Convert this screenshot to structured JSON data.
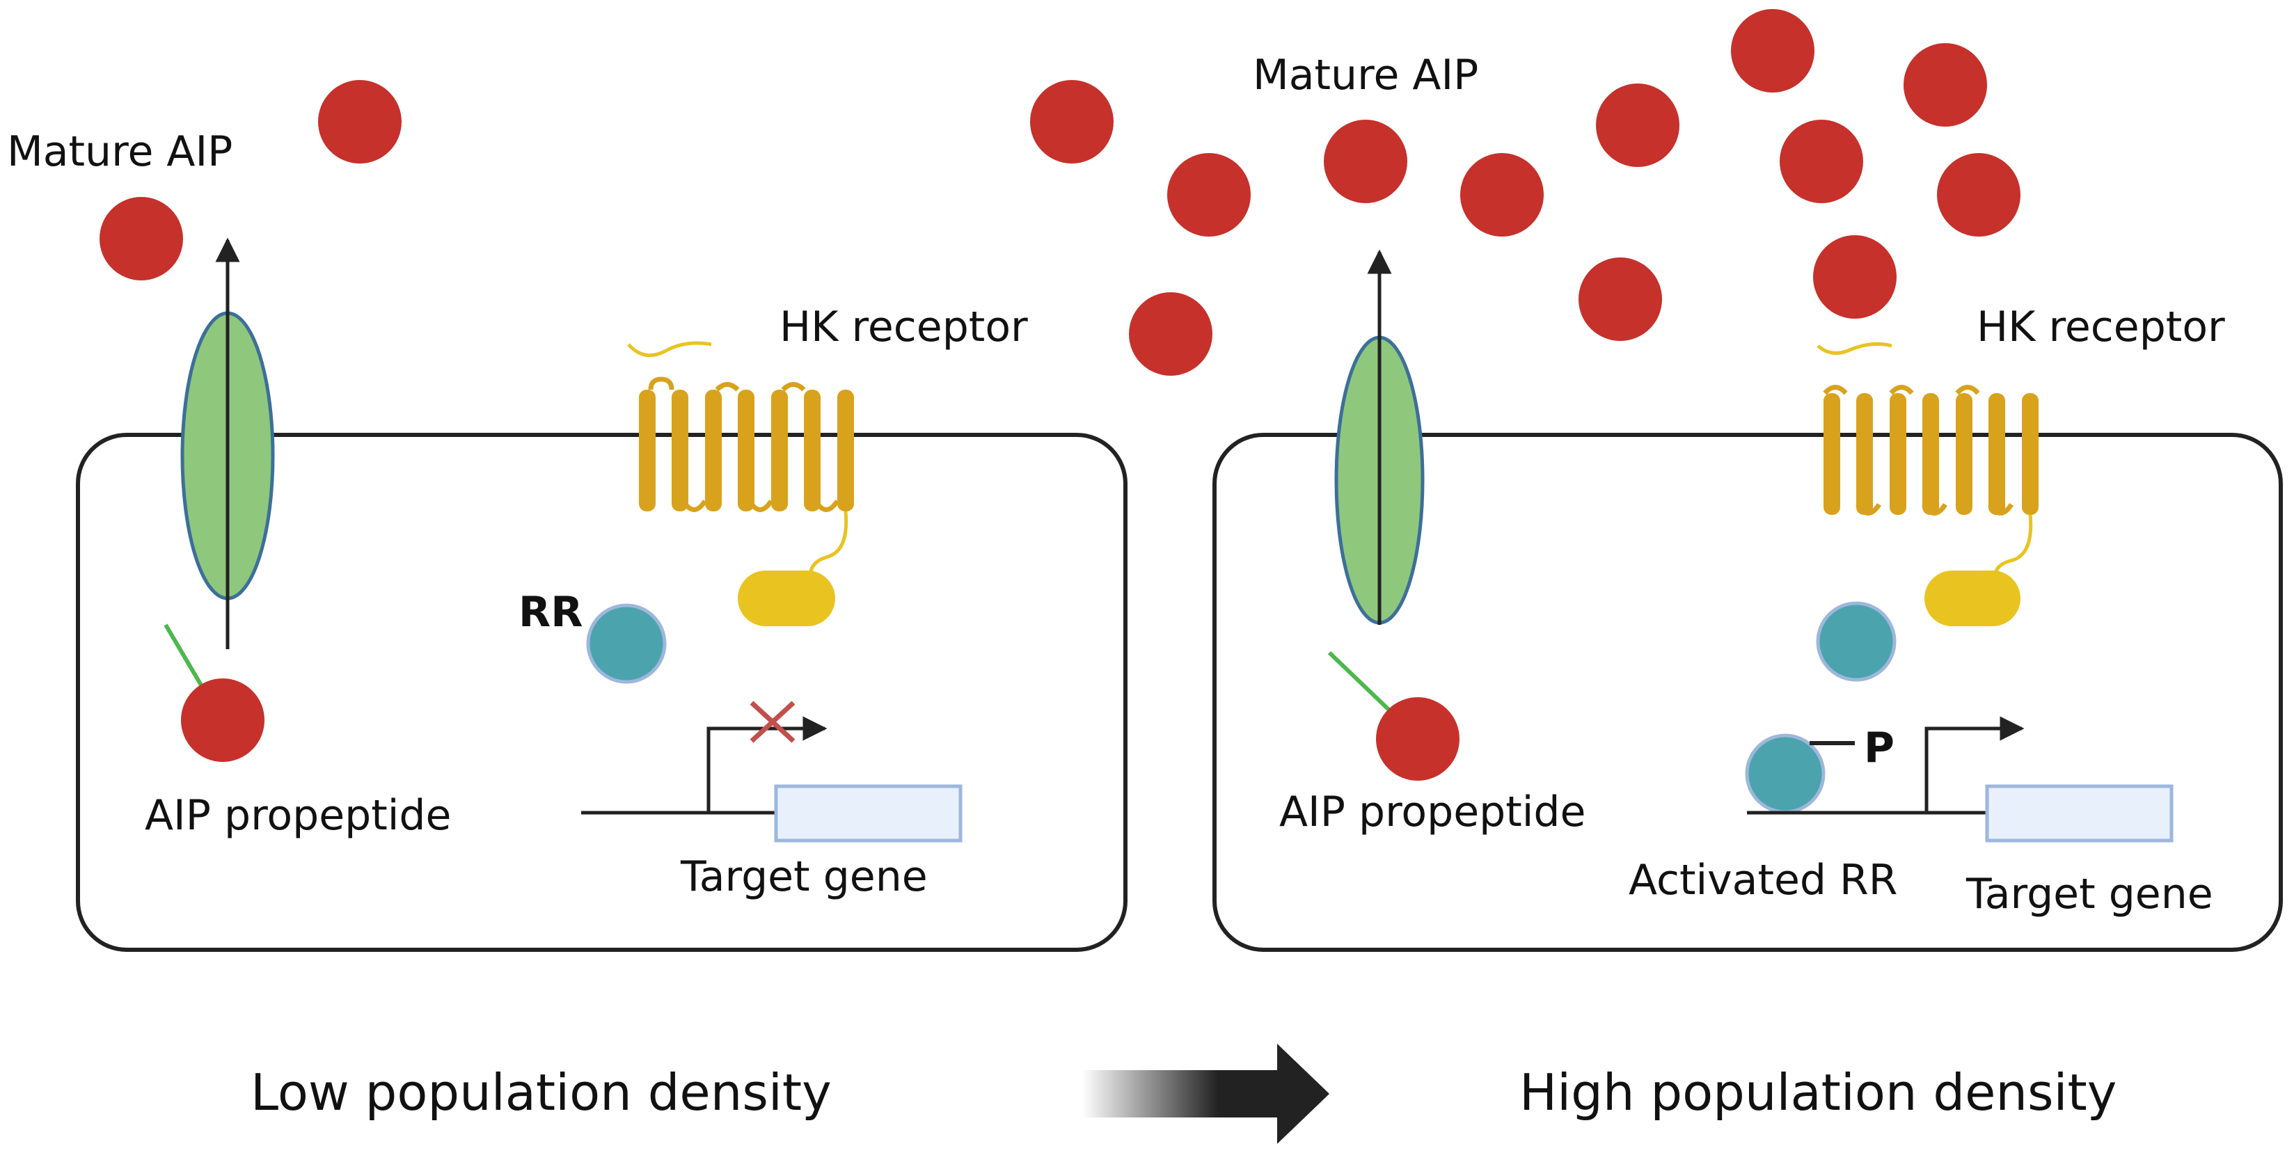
{
  "panels": {
    "low": {
      "mature_aip": "Mature AIP",
      "hk_receptor": "HK receptor",
      "rr": "RR",
      "aip_propeptide": "AIP propeptide",
      "target_gene": "Target gene"
    },
    "high": {
      "mature_aip": "Mature AIP",
      "hk_receptor": "HK receptor",
      "phospho": "P",
      "aip_propeptide": "AIP propeptide",
      "activated_rr": "Activated RR",
      "target_gene": "Target gene"
    }
  },
  "captions": {
    "low": "Low population density",
    "high": "High population density"
  },
  "colors": {
    "aip": "#c6312b",
    "transporter": "#8fc77c",
    "transporter_outline": "#3c6f9a",
    "receptor": "#d9a21c",
    "receptor_kinase": "#e9c320",
    "rr": "#4aa3ad",
    "gene_box": "#e8f0fb",
    "gene_box_outline": "#9db7dc",
    "blocked": "#c0504d",
    "membrane": "#222222",
    "density_arrow": "#222222"
  }
}
